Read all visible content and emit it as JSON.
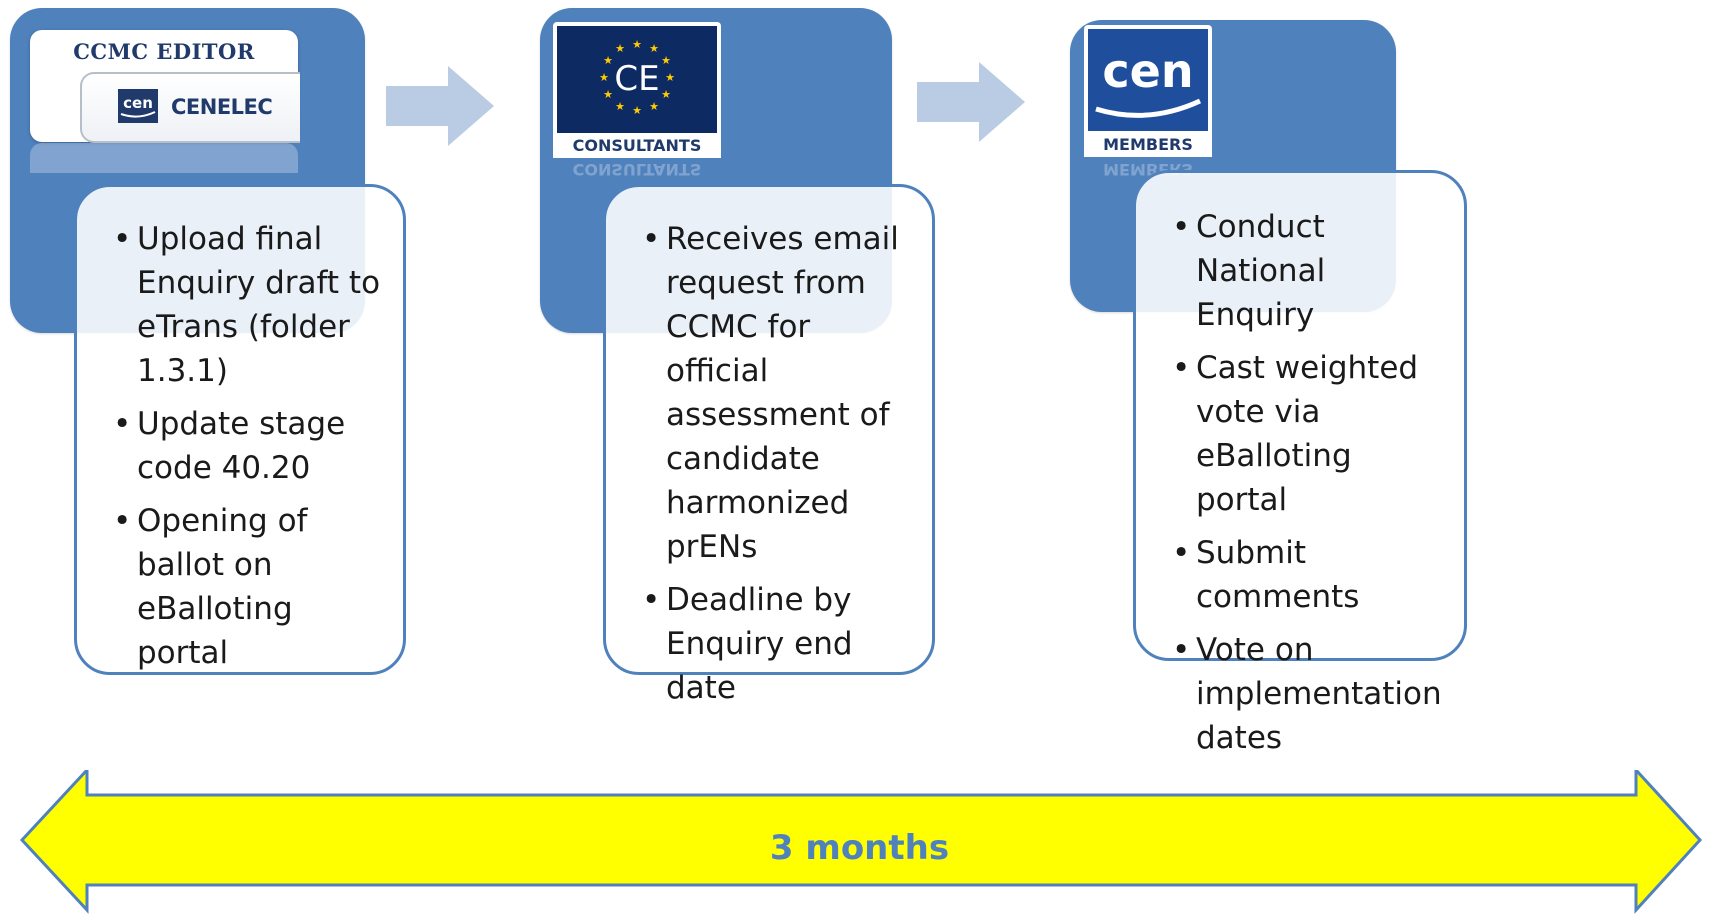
{
  "stages": [
    {
      "logo_title": "CCMC EDITOR",
      "logo_brand": "CENELEC",
      "bullets": [
        "Upload final Enquiry draft to eTrans (folder 1.3.1)",
        "Update stage code 40.20",
        "Opening of ballot on eBalloting portal"
      ]
    },
    {
      "logo_caption": "CONSULTANTS",
      "logo_mark": "CE",
      "bullets": [
        "Receives email request from CCMC for official assessment of candidate harmonized prENs",
        "Deadline by Enquiry end date"
      ]
    },
    {
      "logo_mark": "cen",
      "logo_caption": "MEMBERS",
      "bullets": [
        "Conduct National Enquiry",
        "Cast weighted vote via eBalloting portal",
        "Submit comments",
        "Vote on implementation dates"
      ]
    }
  ],
  "timeline": {
    "label": "3 months"
  },
  "colors": {
    "stage_blue": "#4f81bd",
    "navy": "#1f3a6b",
    "eu_blue": "#0e2a63",
    "star_yellow": "#ffcc00",
    "arrow_light": "#b9cce4",
    "timeline_fill": "#ffff00"
  }
}
